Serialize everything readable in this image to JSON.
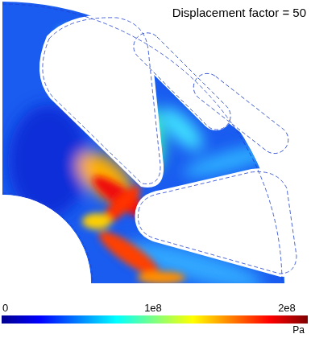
{
  "diagram": {
    "labels": [
      "Displacement factor = 50",
      "0",
      "1e8",
      "2e8",
      "Pa"
    ]
  }
}
